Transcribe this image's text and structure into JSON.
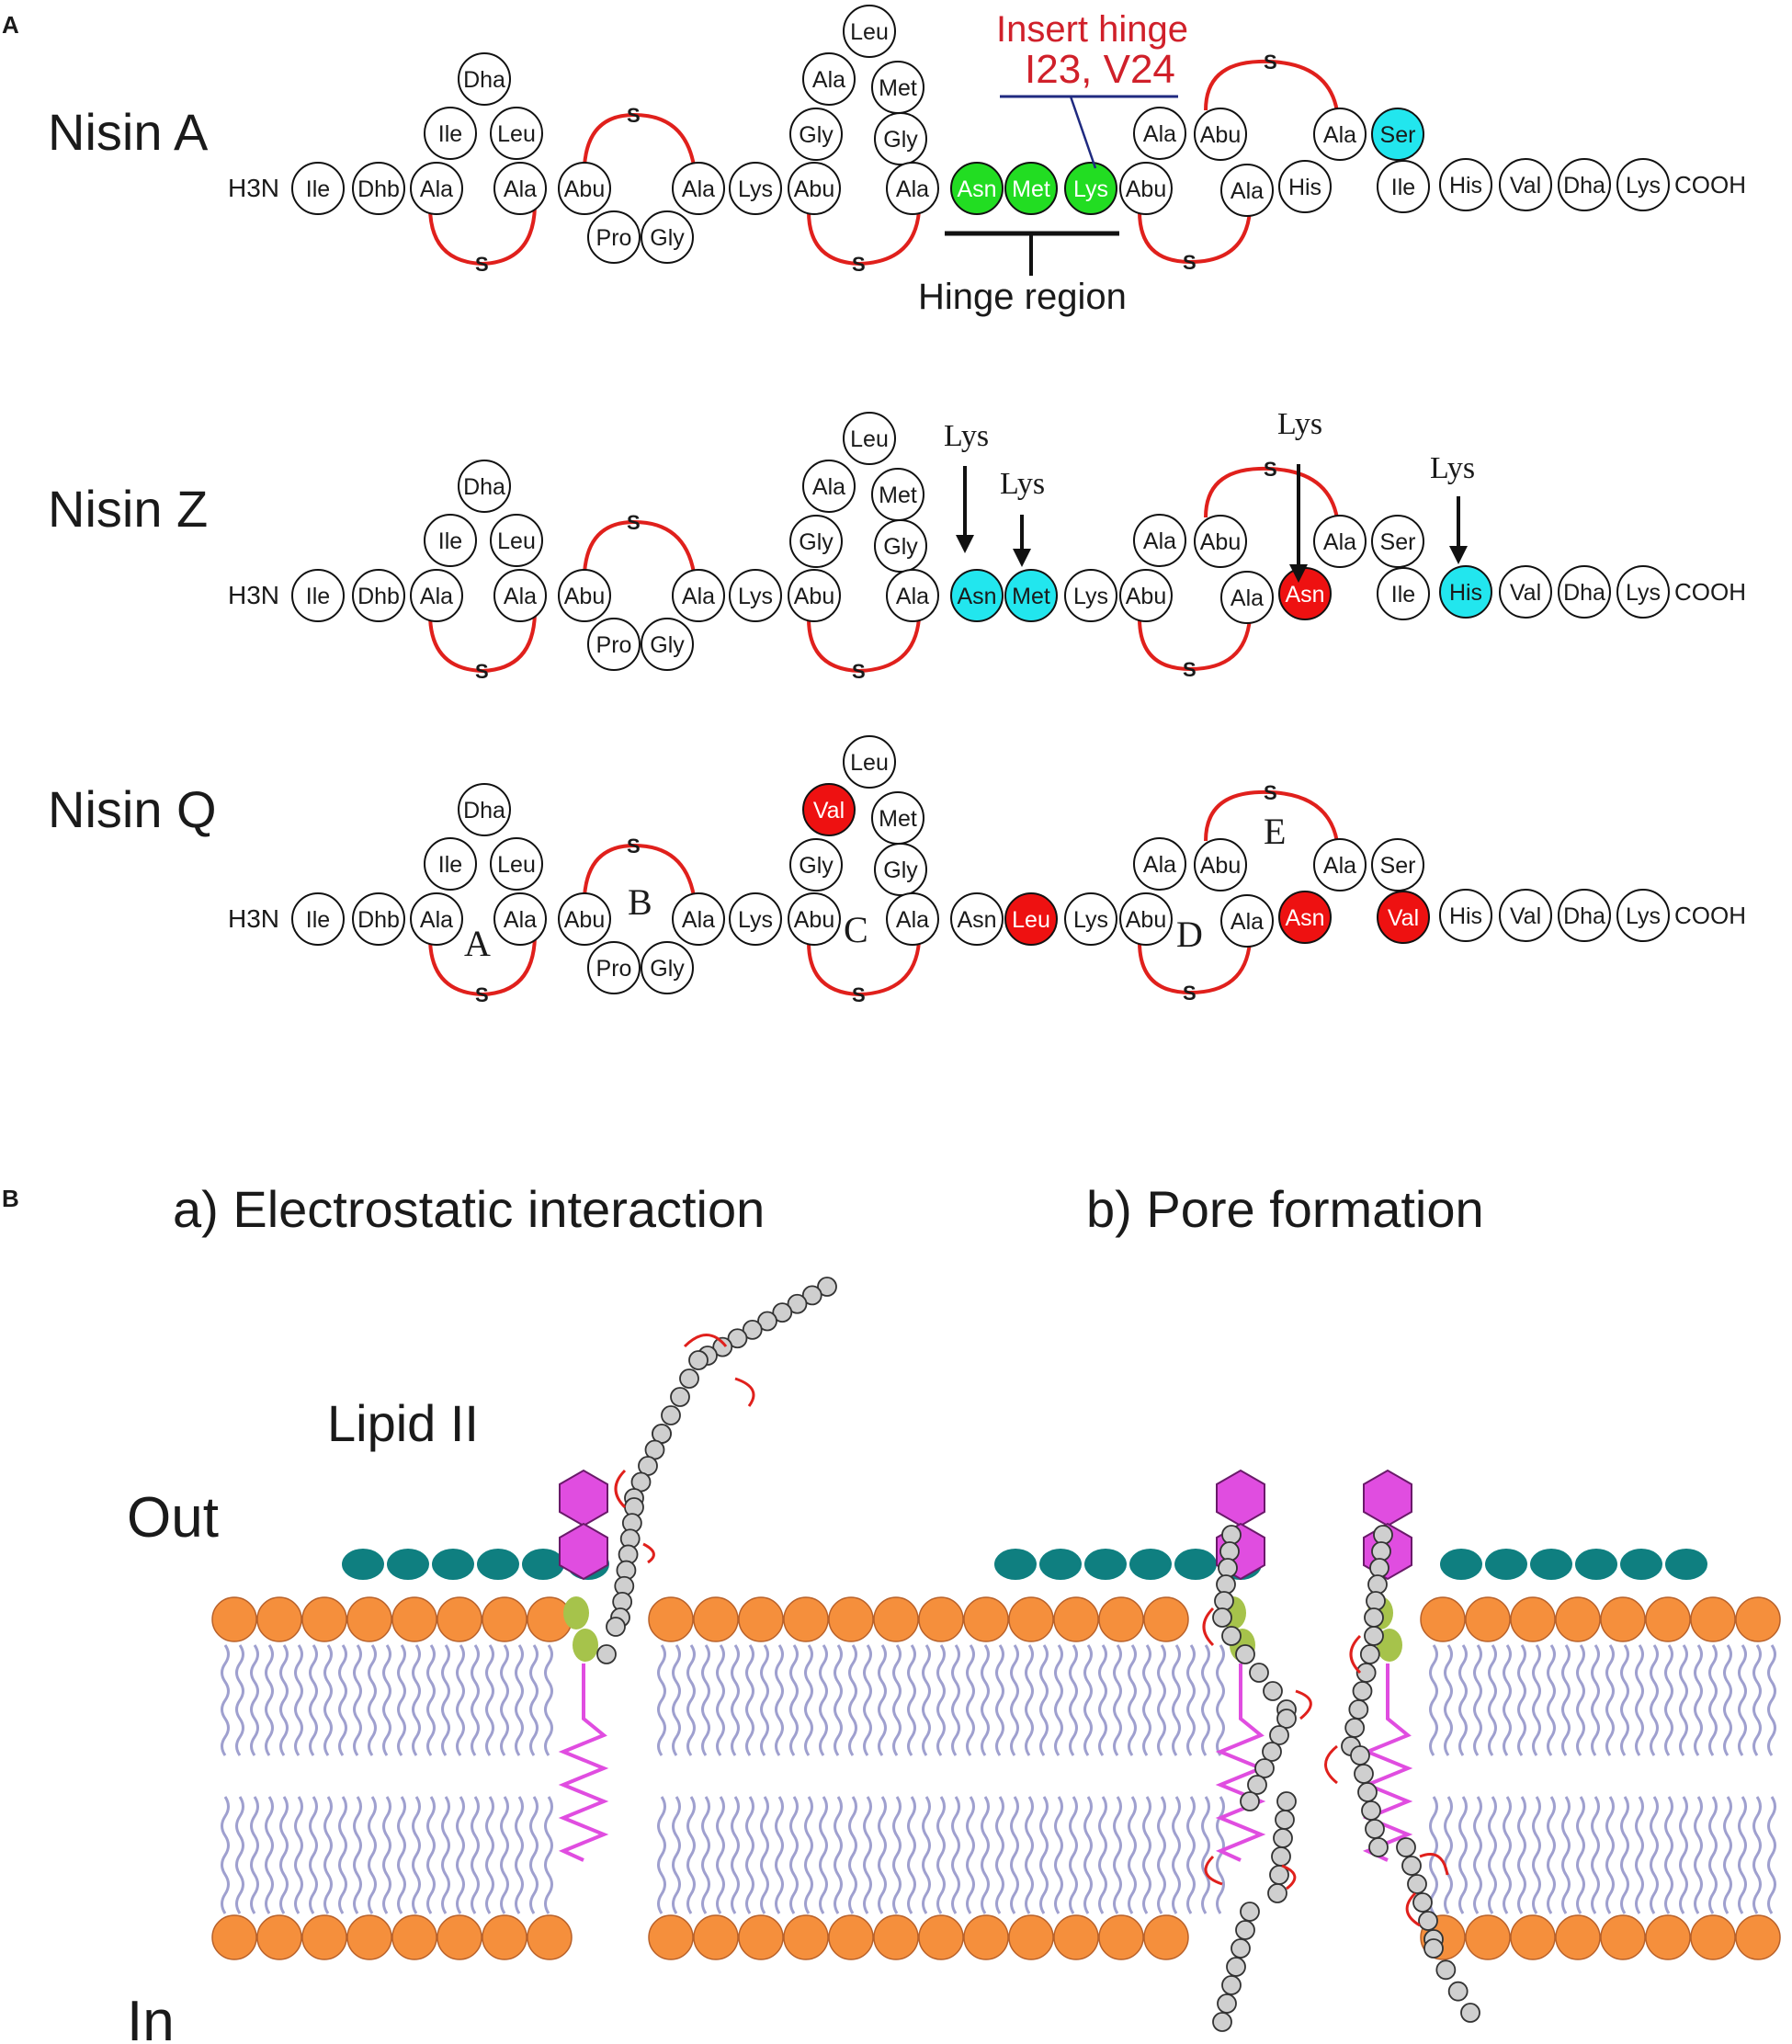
{
  "panel_labels": {
    "a": "A",
    "b": "B"
  },
  "panel_a": {
    "variants": [
      {
        "name": "Nisin A",
        "n_term": "H3N",
        "c_term": "COOH",
        "residues": [
          "Ile",
          "Dhb",
          "Ala",
          "Ile",
          "Dha",
          "Leu",
          "Ala",
          "Abu",
          "Pro",
          "Gly",
          "Ala",
          "Lys",
          "Abu",
          "Gly",
          "Ala",
          "Leu",
          "Met",
          "Gly",
          "Ala",
          "Asn",
          "Met",
          "Lys",
          "Abu",
          "Ala",
          "Abu",
          "Ala",
          "His",
          "Ala",
          "Ser",
          "Ile",
          "His",
          "Val",
          "Dha",
          "Lys"
        ],
        "highlighted": {
          "Asn": "green",
          "Met": "green",
          "Lys": "green",
          "Ser": "cyan"
        },
        "annotations": {
          "insert_hinge_title": "Insert hinge",
          "insert_hinge_detail": "I23, V24",
          "hinge_region": "Hinge region"
        },
        "sulfur": "S"
      },
      {
        "name": "Nisin Z",
        "n_term": "H3N",
        "c_term": "COOH",
        "residues": [
          "Ile",
          "Dhb",
          "Ala",
          "Ile",
          "Dha",
          "Leu",
          "Ala",
          "Abu",
          "Pro",
          "Gly",
          "Ala",
          "Lys",
          "Abu",
          "Gly",
          "Ala",
          "Leu",
          "Met",
          "Gly",
          "Ala",
          "Asn",
          "Met",
          "Lys",
          "Abu",
          "Ala",
          "Abu",
          "Ala",
          "Asn",
          "Ala",
          "Ser",
          "Ile",
          "His",
          "Val",
          "Dha",
          "Lys"
        ],
        "highlighted": {
          "Asn(20)": "cyan",
          "Met(21)": "cyan",
          "Asn(27)": "red",
          "His(31)": "cyan"
        },
        "substitutions": [
          "Lys",
          "Lys",
          "Lys",
          "Lys"
        ],
        "sulfur": "S"
      },
      {
        "name": "Nisin Q",
        "n_term": "H3N",
        "c_term": "COOH",
        "residues": [
          "Ile",
          "Dhb",
          "Ala",
          "Ile",
          "Dha",
          "Leu",
          "Ala",
          "Abu",
          "Pro",
          "Gly",
          "Ala",
          "Lys",
          "Abu",
          "Gly",
          "Val",
          "Leu",
          "Met",
          "Gly",
          "Ala",
          "Asn",
          "Leu",
          "Lys",
          "Abu",
          "Ala",
          "Abu",
          "Ala",
          "Asn",
          "Ala",
          "Ser",
          "Val",
          "His",
          "Val",
          "Dha",
          "Lys"
        ],
        "highlighted": {
          "Val(15)": "red",
          "Leu(21)": "red",
          "Asn(27)": "red",
          "Val(30)": "red"
        },
        "ring_labels": [
          "A",
          "B",
          "C",
          "D",
          "E"
        ],
        "sulfur": "S"
      }
    ]
  },
  "panel_b": {
    "stage_a": "a) Electrostatic interaction",
    "stage_b": "b) Pore formation",
    "lipid_label": "Lipid II",
    "out_label": "Out",
    "in_label": "In"
  },
  "colors": {
    "ring_bridge": "#e0201c",
    "green": "#22dd22",
    "cyan": "#22e6ee",
    "red": "#ee1111",
    "head": "#f58f3c",
    "head_stroke": "#b8612a",
    "tail": "#9fa0cf",
    "teal": "#0f7f80",
    "magenta": "#e04de0",
    "olive": "#a6c34b",
    "bead": "#cfcfcf",
    "navy": "#1f2a80",
    "annot_red": "#d0202a"
  }
}
